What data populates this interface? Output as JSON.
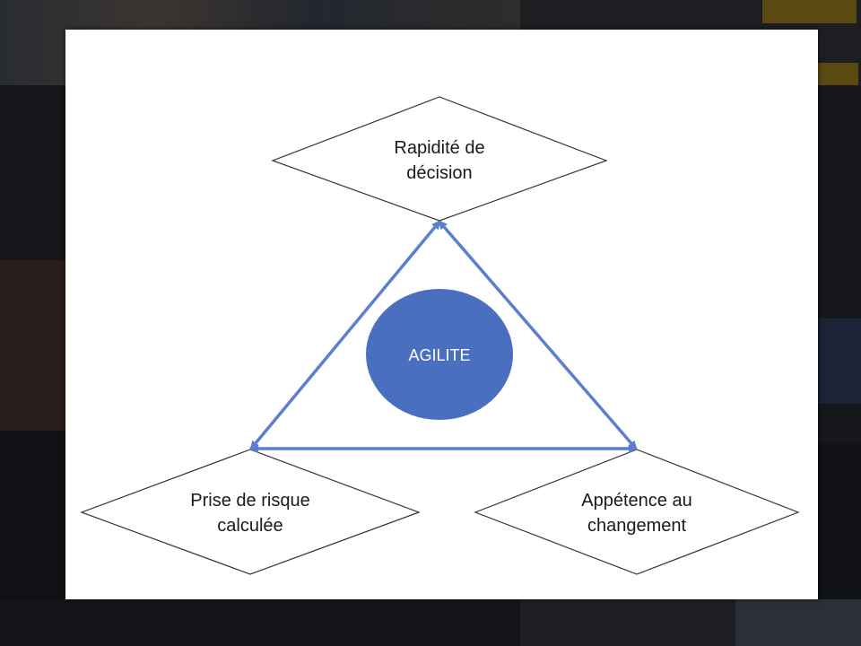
{
  "diagram": {
    "center": {
      "label": "AGILITE",
      "color": "#4a6fc0"
    },
    "nodes": {
      "top": {
        "line1": "Rapidité de",
        "line2": "décision"
      },
      "left": {
        "line1": "Prise de risque",
        "line2": "calculée"
      },
      "right": {
        "line1": "Appétence au",
        "line2": "changement"
      }
    },
    "arrow_color": "#5b7fce"
  }
}
